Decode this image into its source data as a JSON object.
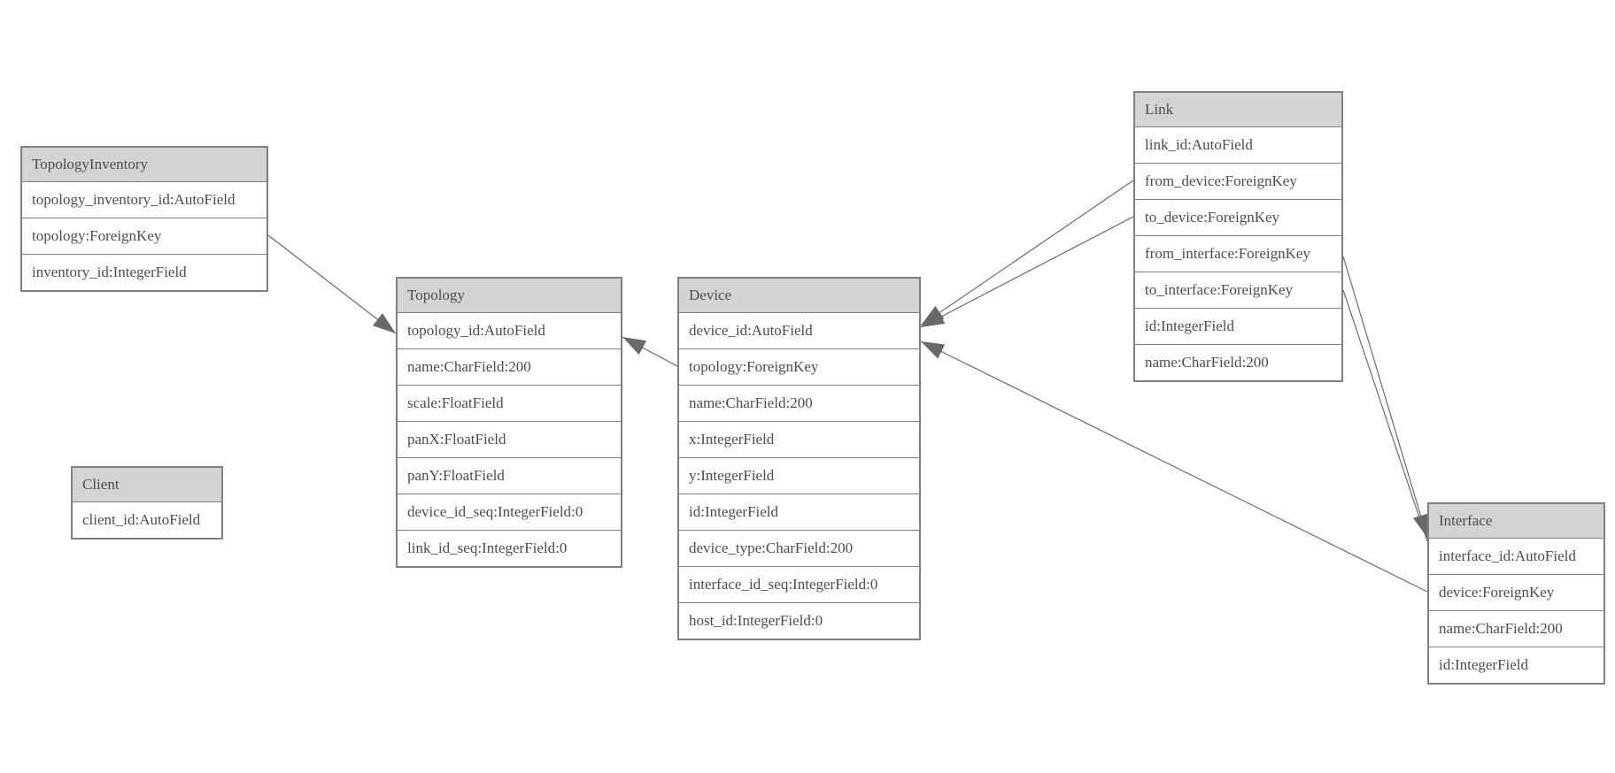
{
  "diagram": {
    "kind": "database-model-er-diagram",
    "colors": {
      "header_fill": "#d4d4d4",
      "body_fill": "#ffffff",
      "border": "#808080",
      "text": "#4c4c4c",
      "edge_line": "#6a6a6a",
      "arrowhead": "#696969"
    },
    "entities": [
      {
        "name": "TopologyInventory",
        "fields": [
          "topology_inventory_id:AutoField",
          "topology:ForeignKey",
          "inventory_id:IntegerField"
        ]
      },
      {
        "name": "Topology",
        "fields": [
          "topology_id:AutoField",
          "name:CharField:200",
          "scale:FloatField",
          "panX:FloatField",
          "panY:FloatField",
          "device_id_seq:IntegerField:0",
          "link_id_seq:IntegerField:0"
        ]
      },
      {
        "name": "Client",
        "fields": [
          "client_id:AutoField"
        ]
      },
      {
        "name": "Device",
        "fields": [
          "device_id:AutoField",
          "topology:ForeignKey",
          "name:CharField:200",
          "x:IntegerField",
          "y:IntegerField",
          "id:IntegerField",
          "device_type:CharField:200",
          "interface_id_seq:IntegerField:0",
          "host_id:IntegerField:0"
        ]
      },
      {
        "name": "Link",
        "fields": [
          "link_id:AutoField",
          "from_device:ForeignKey",
          "to_device:ForeignKey",
          "from_interface:ForeignKey",
          "to_interface:ForeignKey",
          "id:IntegerField",
          "name:CharField:200"
        ]
      },
      {
        "name": "Interface",
        "fields": [
          "interface_id:AutoField",
          "device:ForeignKey",
          "name:CharField:200",
          "id:IntegerField"
        ]
      }
    ],
    "relationships": [
      {
        "from": "TopologyInventory.topology",
        "to": "Topology.topology_id"
      },
      {
        "from": "Device.topology",
        "to": "Topology.topology_id"
      },
      {
        "from": "Link.from_device",
        "to": "Device.device_id"
      },
      {
        "from": "Link.to_device",
        "to": "Device.device_id"
      },
      {
        "from": "Link.from_interface",
        "to": "Interface.interface_id"
      },
      {
        "from": "Link.to_interface",
        "to": "Interface.interface_id"
      },
      {
        "from": "Interface.device",
        "to": "Device.device_id"
      }
    ]
  }
}
